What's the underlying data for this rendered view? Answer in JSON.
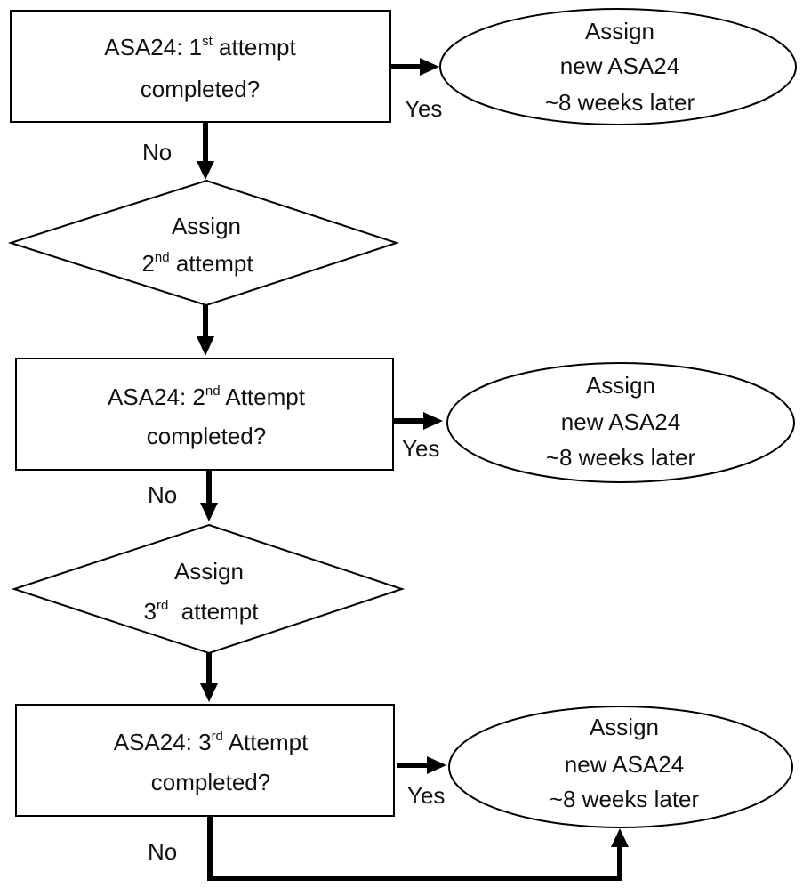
{
  "step1": {
    "box": {
      "prefix": "ASA24: 1",
      "sup": "st",
      "suffix": " attempt",
      "line2": "completed?"
    },
    "yes_label": "Yes",
    "no_label": "No",
    "outcome": {
      "line1": "Assign",
      "line2": "new ASA24",
      "line3": "~8 weeks later"
    }
  },
  "assign2": {
    "line1": "Assign",
    "prefix": "2",
    "sup": "nd",
    "suffix": " attempt"
  },
  "step2": {
    "box": {
      "prefix": "ASA24: 2",
      "sup": "nd",
      "suffix": " Attempt",
      "line2": "completed?"
    },
    "yes_label": "Yes",
    "no_label": "No",
    "outcome": {
      "line1": "Assign",
      "line2": "new ASA24",
      "line3": "~8 weeks later"
    }
  },
  "assign3": {
    "line1": "Assign",
    "prefix": "3",
    "sup": "rd",
    "suffix": "  attempt"
  },
  "step3": {
    "box": {
      "prefix": "ASA24: 3",
      "sup": "rd",
      "suffix": " Attempt",
      "line2": "completed?"
    },
    "yes_label": "Yes",
    "no_label": "No",
    "outcome": {
      "line1": "Assign",
      "line2": "new ASA24",
      "line3": "~8 weeks later"
    }
  }
}
